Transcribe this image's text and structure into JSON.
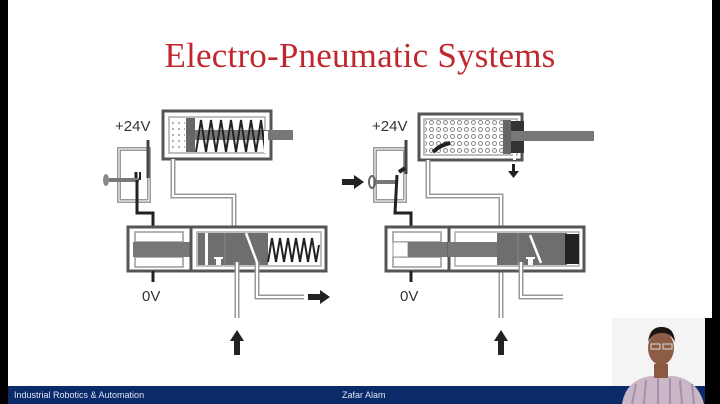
{
  "slide": {
    "title": "Electro-Pneumatic Systems",
    "title_color": "#c0282f",
    "diagrams": [
      {
        "id": "left",
        "state": "released",
        "supply_label": "+24V",
        "ground_label": "0V",
        "components": [
          "push-button-switch",
          "single-acting-cylinder-retracted",
          "solenoid-valve-3-2",
          "valve-return-spring",
          "air-supply-arrow",
          "exhaust-arrow"
        ]
      },
      {
        "id": "right",
        "state": "pressed",
        "supply_label": "+24V",
        "ground_label": "0V",
        "components": [
          "push-button-switch-pressed",
          "single-acting-cylinder-extended",
          "solenoid-valve-3-2-energized",
          "valve-spring-compressed",
          "air-supply-arrow",
          "push-arrow",
          "vent-arrow"
        ]
      }
    ]
  },
  "footer": {
    "course": "Industrial Robotics & Automation",
    "author": "Zafar Alam",
    "background": "#0a2a6a"
  },
  "presenter_video": {
    "visible": true
  }
}
